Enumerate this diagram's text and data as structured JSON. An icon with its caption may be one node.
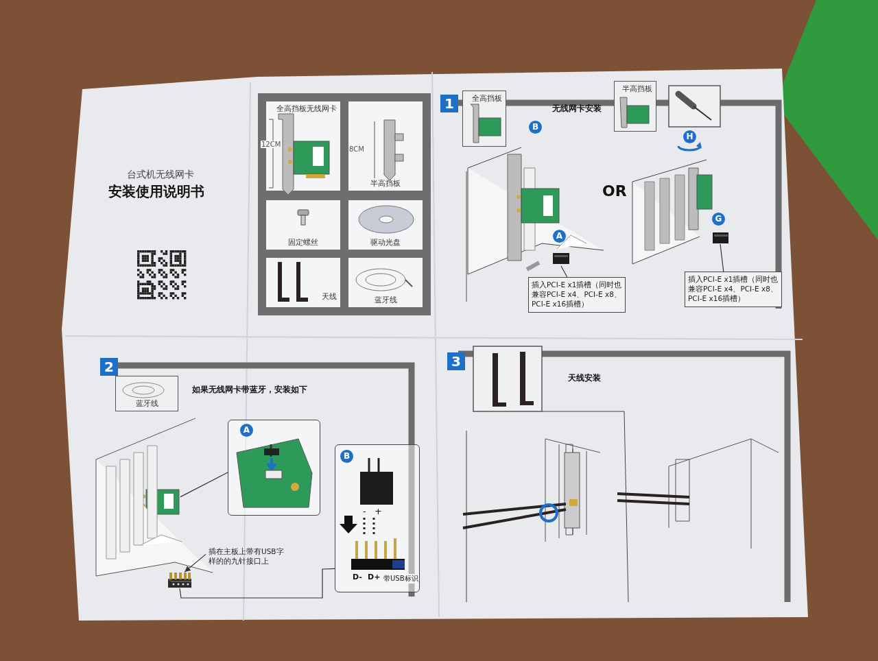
{
  "diagram": {
    "nodes": [
      {
        "text": [
          "全高挡板无线网卡"
        ]
      },
      {
        "text": [
          "半高挡板"
        ]
      },
      {
        "text": [
          "固定螺丝"
        ]
      },
      {
        "text": [
          "驱动光盘"
        ]
      },
      {
        "text": [
          "天线"
        ]
      },
      {
        "text": [
          "蓝牙线"
        ]
      },
      {
        "text": [
          "1"
        ]
      },
      {
        "text": [
          "全高挡板"
        ]
      },
      {
        "text": [
          "插入PCI-E x1插槽（同时也兼容PCI-E x4、PCI-E x8、PCI-E x16插槽）"
        ]
      },
      {
        "text": [],
        "shape": "picture"
      },
      {
        "text": [
          "半高挡板"
        ]
      },
      {
        "text": [
          "插入PCI-E x1插槽（同时也兼容PCI-E x4、PCI-E x8、PCI-E x16插槽）"
        ]
      },
      {
        "text": [],
        "shape": "picture"
      },
      {
        "text": [
          "2"
        ]
      },
      {
        "text": [
          "蓝牙线"
        ]
      },
      {
        "text": [
          "插在主板上带有USB字样的的九针接口上"
        ]
      },
      {
        "text": [],
        "shape": "picture"
      },
      {
        "text": [],
        "shape": "box"
      },
      {
        "text": [],
        "shape": "box"
      },
      {
        "text": [],
        "shape": "picture"
      },
      {
        "text": [
          "3"
        ]
      }
    ],
    "edges": [
      {
        "from": 8,
        "to": 9,
        "arrow": "none"
      },
      {
        "from": 11,
        "to": 12,
        "arrow": "none"
      },
      {
        "from": 15,
        "to": 16,
        "arrow": "to"
      },
      {
        "from": 16,
        "to": 18,
        "arrow": "none"
      },
      {
        "from": 17,
        "to": 19,
        "arrow": "none"
      }
    ],
    "labels": [
      "台式机无线网卡",
      "安装使用说明书",
      "12CM",
      "8CM",
      "无线网卡安装",
      "B",
      "A",
      "OR",
      "H",
      "G",
      "如果无线网卡带蓝牙，安装如下",
      "A",
      "B",
      "-",
      "+",
      "D-",
      "D+",
      "带USB标识",
      "天线安装"
    ]
  }
}
